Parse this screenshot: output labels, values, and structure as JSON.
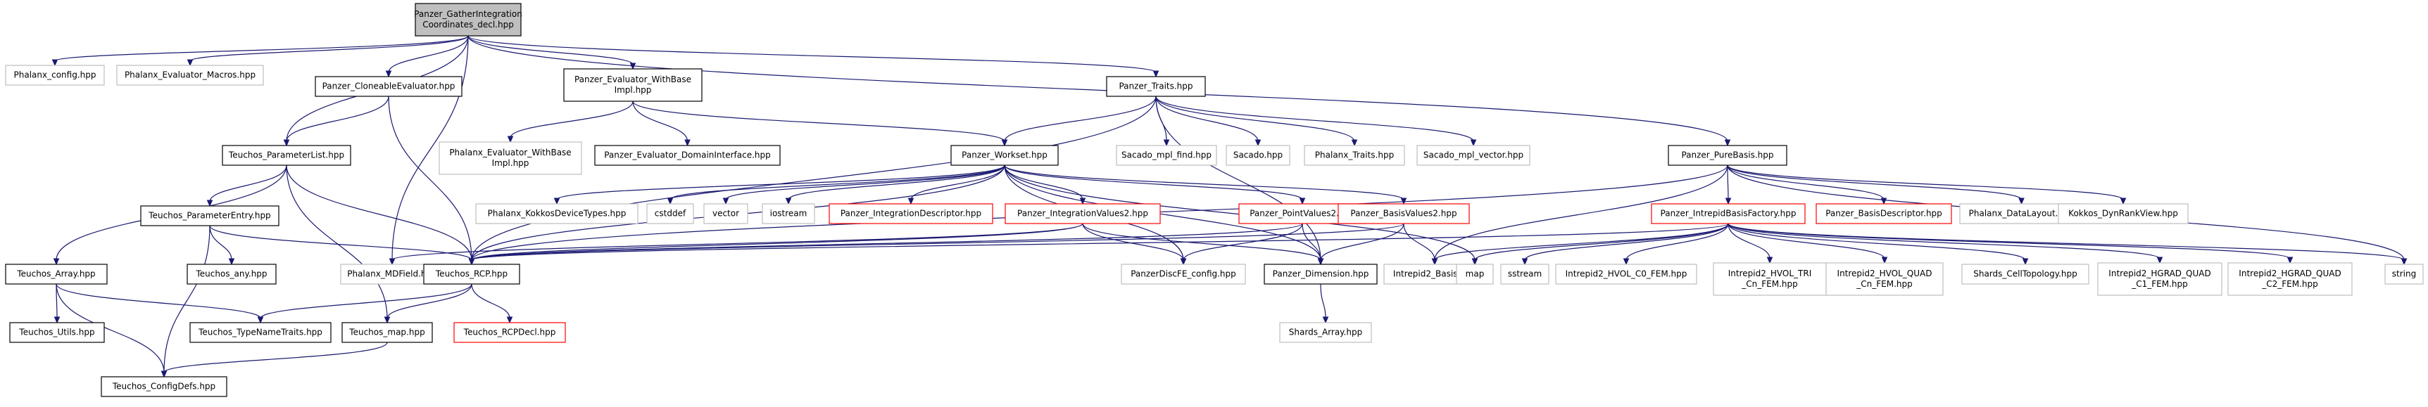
{
  "graph": {
    "nodes": [
      {
        "id": "root",
        "lines": [
          "Panzer_GatherIntegration",
          "Coordinates_decl.hpp"
        ],
        "style": "root"
      },
      {
        "id": "phalanx_config",
        "lines": [
          "Phalanx_config.hpp"
        ],
        "style": "ext"
      },
      {
        "id": "phalanx_evaluator_macros",
        "lines": [
          "Phalanx_Evaluator_Macros.hpp"
        ],
        "style": "ext"
      },
      {
        "id": "cloneable_evaluator",
        "lines": [
          "Panzer_CloneableEvaluator.hpp"
        ],
        "style": "doc"
      },
      {
        "id": "evaluator_withbase_impl",
        "lines": [
          "Panzer_Evaluator_WithBase",
          "Impl.hpp"
        ],
        "style": "doc"
      },
      {
        "id": "panzer_traits",
        "lines": [
          "Panzer_Traits.hpp"
        ],
        "style": "doc"
      },
      {
        "id": "pure_basis",
        "lines": [
          "Panzer_PureBasis.hpp"
        ],
        "style": "doc"
      },
      {
        "id": "teuchos_parameterlist",
        "lines": [
          "Teuchos_ParameterList.hpp"
        ],
        "style": "doc"
      },
      {
        "id": "phx_evaluator_withbase_impl",
        "lines": [
          "Phalanx_Evaluator_WithBase",
          "Impl.hpp"
        ],
        "style": "ext"
      },
      {
        "id": "evaluator_domaininterface",
        "lines": [
          "Panzer_Evaluator_DomainInterface.hpp"
        ],
        "style": "doc"
      },
      {
        "id": "workset",
        "lines": [
          "Panzer_Workset.hpp"
        ],
        "style": "doc"
      },
      {
        "id": "sacado_mpl_find",
        "lines": [
          "Sacado_mpl_find.hpp"
        ],
        "style": "ext"
      },
      {
        "id": "sacado",
        "lines": [
          "Sacado.hpp"
        ],
        "style": "ext"
      },
      {
        "id": "phalanx_traits",
        "lines": [
          "Phalanx_Traits.hpp"
        ],
        "style": "ext"
      },
      {
        "id": "sacado_mpl_vector",
        "lines": [
          "Sacado_mpl_vector.hpp"
        ],
        "style": "ext"
      },
      {
        "id": "teuchos_parameterentry",
        "lines": [
          "Teuchos_ParameterEntry.hpp"
        ],
        "style": "doc"
      },
      {
        "id": "phalanx_kokkosdevicetypes",
        "lines": [
          "Phalanx_KokkosDeviceTypes.hpp"
        ],
        "style": "ext"
      },
      {
        "id": "cstddef",
        "lines": [
          "cstddef"
        ],
        "style": "ext"
      },
      {
        "id": "vector",
        "lines": [
          "vector"
        ],
        "style": "ext"
      },
      {
        "id": "iostream",
        "lines": [
          "iostream"
        ],
        "style": "ext"
      },
      {
        "id": "integration_descriptor",
        "lines": [
          "Panzer_IntegrationDescriptor.hpp"
        ],
        "style": "red"
      },
      {
        "id": "integration_values2",
        "lines": [
          "Panzer_IntegrationValues2.hpp"
        ],
        "style": "red"
      },
      {
        "id": "point_values2",
        "lines": [
          "Panzer_PointValues2.hpp"
        ],
        "style": "red"
      },
      {
        "id": "basis_values2",
        "lines": [
          "Panzer_BasisValues2.hpp"
        ],
        "style": "red"
      },
      {
        "id": "intrepid_basis_factory",
        "lines": [
          "Panzer_IntrepidBasisFactory.hpp"
        ],
        "style": "red"
      },
      {
        "id": "basis_descriptor",
        "lines": [
          "Panzer_BasisDescriptor.hpp"
        ],
        "style": "red"
      },
      {
        "id": "phalanx_datalayout",
        "lines": [
          "Phalanx_DataLayout.hpp"
        ],
        "style": "ext"
      },
      {
        "id": "kokkos_dynrankview",
        "lines": [
          "Kokkos_DynRankView.hpp"
        ],
        "style": "ext"
      },
      {
        "id": "teuchos_array",
        "lines": [
          "Teuchos_Array.hpp"
        ],
        "style": "doc"
      },
      {
        "id": "teuchos_any",
        "lines": [
          "Teuchos_any.hpp"
        ],
        "style": "doc"
      },
      {
        "id": "phalanx_mdfield",
        "lines": [
          "Phalanx_MDField.hpp"
        ],
        "style": "ext"
      },
      {
        "id": "teuchos_rcp",
        "lines": [
          "Teuchos_RCP.hpp"
        ],
        "style": "doc"
      },
      {
        "id": "panzerdiscfe_config",
        "lines": [
          "PanzerDiscFE_config.hpp"
        ],
        "style": "ext"
      },
      {
        "id": "panzer_dimension",
        "lines": [
          "Panzer_Dimension.hpp"
        ],
        "style": "doc"
      },
      {
        "id": "intrepid2_basis",
        "lines": [
          "Intrepid2_Basis.hpp"
        ],
        "style": "ext"
      },
      {
        "id": "map_a",
        "lines": [
          "map"
        ],
        "style": "ext"
      },
      {
        "id": "sstream",
        "lines": [
          "sstream"
        ],
        "style": "ext"
      },
      {
        "id": "intrepid2_hvol_c0",
        "lines": [
          "Intrepid2_HVOL_C0_FEM.hpp"
        ],
        "style": "ext"
      },
      {
        "id": "intrepid2_hvol_tri",
        "lines": [
          "Intrepid2_HVOL_TRI",
          "_Cn_FEM.hpp"
        ],
        "style": "ext"
      },
      {
        "id": "intrepid2_hvol_quad",
        "lines": [
          "Intrepid2_HVOL_QUAD",
          "_Cn_FEM.hpp"
        ],
        "style": "ext"
      },
      {
        "id": "shards_celltopology",
        "lines": [
          "Shards_CellTopology.hpp"
        ],
        "style": "ext"
      },
      {
        "id": "intrepid2_hgrad_quad_c1",
        "lines": [
          "Intrepid2_HGRAD_QUAD",
          "_C1_FEM.hpp"
        ],
        "style": "ext"
      },
      {
        "id": "intrepid2_hgrad_quad_c2",
        "lines": [
          "Intrepid2_HGRAD_QUAD",
          "_C2_FEM.hpp"
        ],
        "style": "ext"
      },
      {
        "id": "string",
        "lines": [
          "string"
        ],
        "style": "ext"
      },
      {
        "id": "teuchos_utils",
        "lines": [
          "Teuchos_Utils.hpp"
        ],
        "style": "doc"
      },
      {
        "id": "teuchos_typenametraits",
        "lines": [
          "Teuchos_TypeNameTraits.hpp"
        ],
        "style": "doc"
      },
      {
        "id": "teuchos_map",
        "lines": [
          "Teuchos_map.hpp"
        ],
        "style": "doc"
      },
      {
        "id": "teuchos_rcpdecl",
        "lines": [
          "Teuchos_RCPDecl.hpp"
        ],
        "style": "red"
      },
      {
        "id": "shards_array",
        "lines": [
          "Shards_Array.hpp"
        ],
        "style": "ext"
      },
      {
        "id": "teuchos_configdefs",
        "lines": [
          "Teuchos_ConfigDefs.hpp"
        ],
        "style": "doc"
      }
    ],
    "edges": [
      [
        "root",
        "phalanx_config"
      ],
      [
        "root",
        "phalanx_evaluator_macros"
      ],
      [
        "root",
        "cloneable_evaluator"
      ],
      [
        "root",
        "evaluator_withbase_impl"
      ],
      [
        "root",
        "panzer_traits"
      ],
      [
        "root",
        "pure_basis"
      ],
      [
        "root",
        "teuchos_parameterlist"
      ],
      [
        "root",
        "phalanx_mdfield"
      ],
      [
        "cloneable_evaluator",
        "teuchos_parameterlist"
      ],
      [
        "cloneable_evaluator",
        "teuchos_rcp"
      ],
      [
        "evaluator_withbase_impl",
        "phx_evaluator_withbase_impl"
      ],
      [
        "evaluator_withbase_impl",
        "evaluator_domaininterface"
      ],
      [
        "evaluator_withbase_impl",
        "workset"
      ],
      [
        "panzer_traits",
        "teuchos_rcp"
      ],
      [
        "panzer_traits",
        "workset"
      ],
      [
        "panzer_traits",
        "sacado_mpl_find"
      ],
      [
        "panzer_traits",
        "sacado"
      ],
      [
        "panzer_traits",
        "phalanx_traits"
      ],
      [
        "panzer_traits",
        "sacado_mpl_vector"
      ],
      [
        "panzer_traits",
        "panzer_dimension"
      ],
      [
        "pure_basis",
        "teuchos_rcp"
      ],
      [
        "pure_basis",
        "intrepid_basis_factory"
      ],
      [
        "pure_basis",
        "phalanx_datalayout"
      ],
      [
        "pure_basis",
        "kokkos_dynrankview"
      ],
      [
        "pure_basis",
        "intrepid2_basis"
      ],
      [
        "pure_basis",
        "string"
      ],
      [
        "pure_basis",
        "basis_descriptor"
      ],
      [
        "teuchos_parameterlist",
        "teuchos_parameterentry"
      ],
      [
        "teuchos_parameterlist",
        "teuchos_array"
      ],
      [
        "teuchos_parameterlist",
        "teuchos_rcp"
      ],
      [
        "teuchos_parameterlist",
        "teuchos_map"
      ],
      [
        "workset",
        "phalanx_kokkosdevicetypes"
      ],
      [
        "workset",
        "cstddef"
      ],
      [
        "workset",
        "vector"
      ],
      [
        "workset",
        "iostream"
      ],
      [
        "workset",
        "integration_descriptor"
      ],
      [
        "workset",
        "integration_values2"
      ],
      [
        "workset",
        "point_values2"
      ],
      [
        "workset",
        "basis_values2"
      ],
      [
        "workset",
        "panzer_dimension"
      ],
      [
        "workset",
        "map_a"
      ],
      [
        "workset",
        "teuchos_rcp"
      ],
      [
        "workset",
        "panzerdiscfe_config"
      ],
      [
        "teuchos_parameterentry",
        "teuchos_any"
      ],
      [
        "teuchos_parameterentry",
        "teuchos_rcp"
      ],
      [
        "teuchos_parameterentry",
        "teuchos_configdefs"
      ],
      [
        "integration_values2",
        "teuchos_rcp"
      ],
      [
        "integration_values2",
        "panzerdiscfe_config"
      ],
      [
        "integration_values2",
        "panzer_dimension"
      ],
      [
        "integration_values2",
        "phalanx_mdfield"
      ],
      [
        "point_values2",
        "teuchos_rcp"
      ],
      [
        "point_values2",
        "panzerdiscfe_config"
      ],
      [
        "point_values2",
        "panzer_dimension"
      ],
      [
        "basis_values2",
        "teuchos_rcp"
      ],
      [
        "basis_values2",
        "panzer_dimension"
      ],
      [
        "basis_values2",
        "intrepid2_basis"
      ],
      [
        "intrepid_basis_factory",
        "teuchos_rcp"
      ],
      [
        "intrepid_basis_factory",
        "intrepid2_basis"
      ],
      [
        "intrepid_basis_factory",
        "map_a"
      ],
      [
        "intrepid_basis_factory",
        "sstream"
      ],
      [
        "intrepid_basis_factory",
        "intrepid2_hvol_c0"
      ],
      [
        "intrepid_basis_factory",
        "intrepid2_hvol_tri"
      ],
      [
        "intrepid_basis_factory",
        "intrepid2_hvol_quad"
      ],
      [
        "intrepid_basis_factory",
        "shards_celltopology"
      ],
      [
        "intrepid_basis_factory",
        "intrepid2_hgrad_quad_c1"
      ],
      [
        "intrepid_basis_factory",
        "intrepid2_hgrad_quad_c2"
      ],
      [
        "intrepid_basis_factory",
        "string"
      ],
      [
        "teuchos_array",
        "teuchos_utils"
      ],
      [
        "teuchos_array",
        "teuchos_typenametraits"
      ],
      [
        "teuchos_array",
        "teuchos_configdefs"
      ],
      [
        "teuchos_rcp",
        "teuchos_typenametraits"
      ],
      [
        "teuchos_rcp",
        "teuchos_map"
      ],
      [
        "teuchos_rcp",
        "teuchos_rcpdecl"
      ],
      [
        "teuchos_map",
        "teuchos_configdefs"
      ],
      [
        "panzer_dimension",
        "shards_array"
      ]
    ]
  }
}
